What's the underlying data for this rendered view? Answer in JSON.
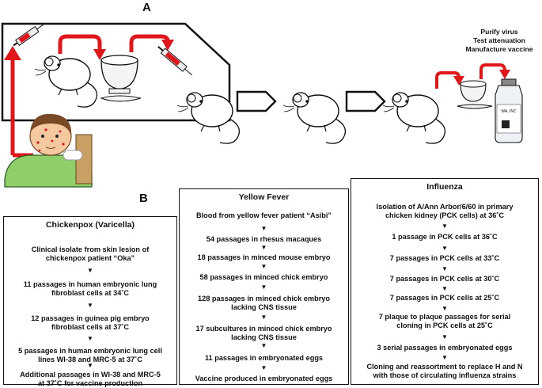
{
  "panel_a": {
    "letter": "A",
    "notes": [
      "Purify virus",
      "Test attenuation",
      "Manufacture vaccine"
    ],
    "vial_label": "WA, INC"
  },
  "panel_b": {
    "letter": "B",
    "chickenpox": {
      "title": "Chickenpox (Varicella)",
      "steps": [
        "Clinical isolate from skin lesion of\nchickenpox patient “Oka”",
        "11 passages in human embryonic lung\nfibroblast cells at 34˚C",
        "12 passages in guinea pig embryo\nfibroblast cells at 37˚C",
        "5 passages in human embryonic lung cell\nlines WI-38 and  MRC-5 at 37˚C",
        "Additional passages in WI-38 and  MRC-5\nat 37˚C for vaccine production"
      ]
    },
    "yellow_fever": {
      "title": "Yellow Fever",
      "steps": [
        "Blood from yellow fever patient “Asibi”",
        "54 passages in rhesus macaques",
        "18 passages in minced mouse embryo",
        "58 passages in minced chick embryo",
        "128 passages in minced chick embryo\nlacking CNS tissue",
        "17 subcultures in minced chick embryo\nlacking CNS tissue",
        "11 passages in embryonated eggs",
        "Vaccine produced in embryonated eggs"
      ]
    },
    "influenza": {
      "title": "Influenza",
      "steps": [
        "Isolation of A/Ann Arbor/6/60 in primary\nchicken kidney (PCK cells) at 36˚C",
        "1 passage in PCK cells at 36˚C",
        "7 passages in PCK cells at 33˚C",
        "7 passages in PCK cells at 30˚C",
        "7 passages in PCK cells at 25˚C",
        "7 plaque to plaque passages  for serial\ncloning in PCK cells at 25˚C",
        "3 serial passages in embryonated eggs",
        "Cloning and reassortment to replace H and N\nwith those of circulating influenza strains"
      ]
    }
  }
}
